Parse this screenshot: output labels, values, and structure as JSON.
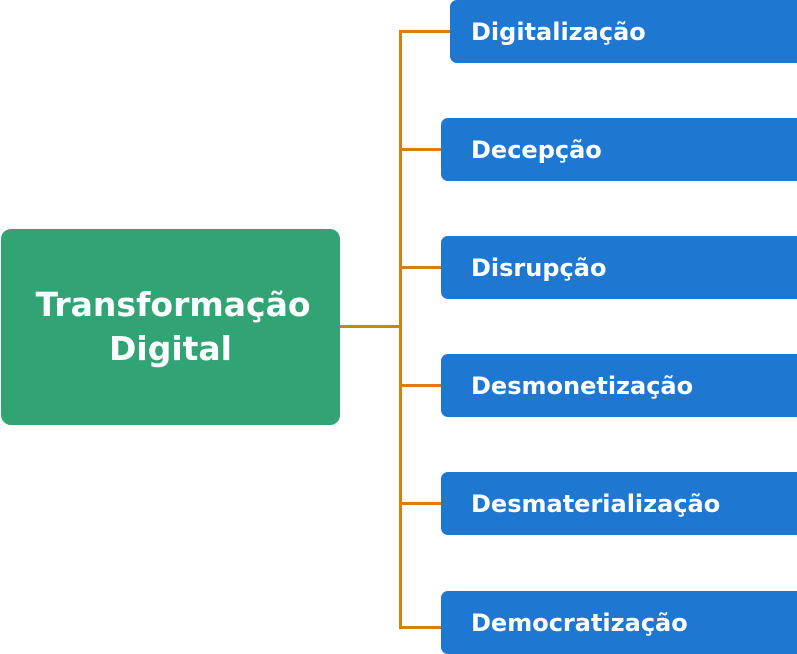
{
  "root": {
    "label": "Transformação Digital"
  },
  "branches": [
    {
      "label": "Digitalização"
    },
    {
      "label": "Decepção"
    },
    {
      "label": "Disrupção"
    },
    {
      "label": "Desmonetização"
    },
    {
      "label": "Desmaterialização"
    },
    {
      "label": "Democratização"
    }
  ],
  "colors": {
    "root": "#31a374",
    "branch": "#1e77d1",
    "connector": "#d6800c"
  }
}
